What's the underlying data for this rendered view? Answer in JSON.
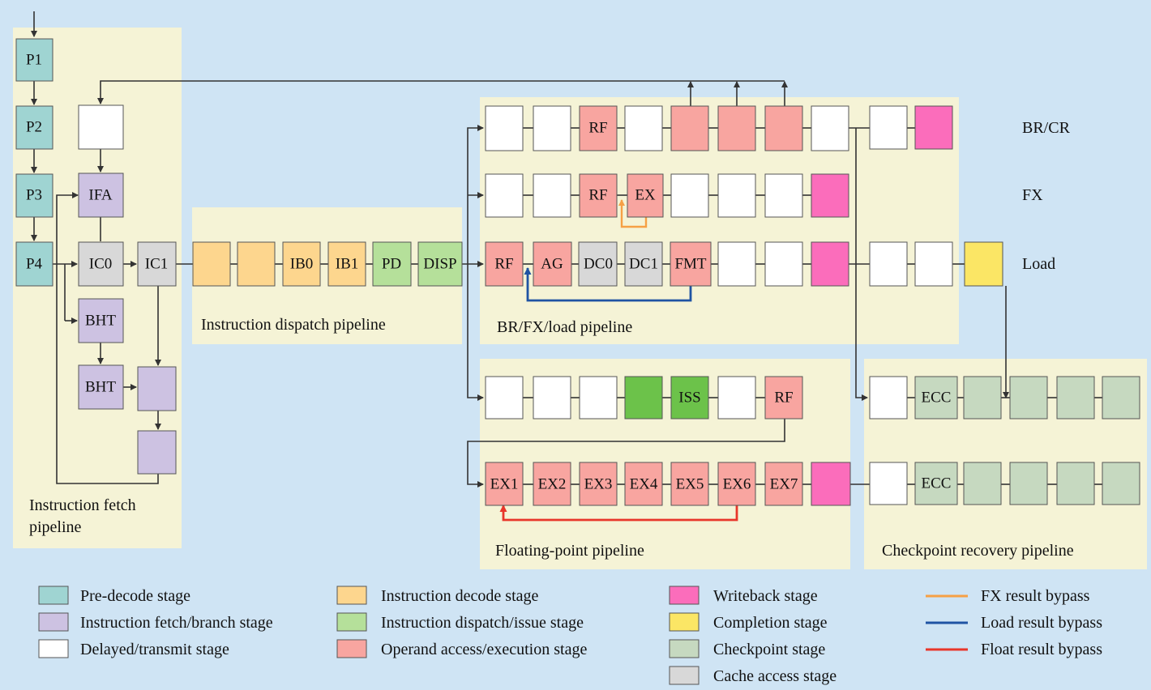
{
  "colors": {
    "background": "#cfe4f4",
    "panel": "#f5f3d6",
    "predecode": "#9fd4d2",
    "fetch_branch": "#cdc2e2",
    "delayed": "#ffffff",
    "decode": "#fdd68e",
    "dispatch_issue": "#b5e09a",
    "operand_exec": "#f8a5a0",
    "writeback": "#fb6dbb",
    "completion": "#fbe665",
    "checkpoint": "#c6d9c0",
    "cache_access": "#d8d8d8",
    "issue_dark": "#6cc24a",
    "fx_bypass": "#f6a045",
    "load_bypass": "#1f53a3",
    "float_bypass": "#e8362a",
    "line": "#333333"
  },
  "panels": {
    "fetch": "Instruction fetch pipeline",
    "dispatch": "Instruction dispatch pipeline",
    "brfxload": "BR/FX/load pipeline",
    "fp": "Floating-point pipeline",
    "checkpoint": "Checkpoint recovery pipeline"
  },
  "stages": {
    "p1": "P1",
    "p2": "P2",
    "p3": "P3",
    "p4": "P4",
    "ifa": "IFA",
    "ic0": "IC0",
    "ic1": "IC1",
    "bht1": "BHT",
    "bht2": "BHT",
    "ib0": "IB0",
    "ib1": "IB1",
    "pd": "PD",
    "disp": "DISP",
    "br_rf": "RF",
    "fx_rf": "RF",
    "fx_ex": "EX",
    "ld_rf": "RF",
    "ld_ag": "AG",
    "ld_dc0": "DC0",
    "ld_dc1": "DC1",
    "ld_fmt": "FMT",
    "fp_iss": "ISS",
    "fp_rf": "RF",
    "ex1": "EX1",
    "ex2": "EX2",
    "ex3": "EX3",
    "ex4": "EX4",
    "ex5": "EX5",
    "ex6": "EX6",
    "ex7": "EX7",
    "ecc1": "ECC",
    "ecc2": "ECC"
  },
  "row_labels": {
    "br": "BR/CR",
    "fx": "FX",
    "load": "Load"
  },
  "legend": [
    {
      "label": "Pre-decode stage",
      "color": "#9fd4d2"
    },
    {
      "label": "Instruction fetch/branch stage",
      "color": "#cdc2e2"
    },
    {
      "label": "Delayed/transmit stage",
      "color": "#ffffff"
    },
    {
      "label": "Instruction decode stage",
      "color": "#fdd68e"
    },
    {
      "label": "Instruction dispatch/issue stage",
      "color": "#b5e09a"
    },
    {
      "label": "Operand access/execution stage",
      "color": "#f8a5a0"
    },
    {
      "label": "Writeback stage",
      "color": "#fb6dbb"
    },
    {
      "label": "Completion stage",
      "color": "#fbe665"
    },
    {
      "label": "Checkpoint stage",
      "color": "#c6d9c0"
    },
    {
      "label": "Cache access stage",
      "color": "#d8d8d8"
    }
  ],
  "bypass_legend": [
    {
      "label": "FX result bypass",
      "color": "#f6a045"
    },
    {
      "label": "Load result bypass",
      "color": "#1f53a3"
    },
    {
      "label": "Float result bypass",
      "color": "#e8362a"
    }
  ]
}
